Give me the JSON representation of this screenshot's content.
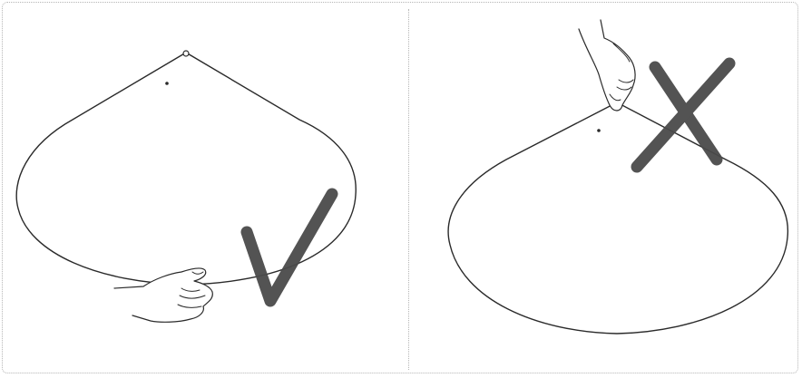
{
  "illustration": {
    "panels": [
      {
        "id": "left",
        "verdict": "correct",
        "mark": "check-mark",
        "mark_color": "#4a4a4a",
        "description_icon": "hand-holding-bottom-edge-icon"
      },
      {
        "id": "right",
        "verdict": "incorrect",
        "mark": "x-mark",
        "mark_color": "#4a4a4a",
        "description_icon": "hand-holding-top-point-icon"
      }
    ],
    "colors": {
      "line": "#2a2a2a",
      "mark": "#4a4a4a",
      "border": "#b5b5b5",
      "background": "#ffffff"
    }
  }
}
